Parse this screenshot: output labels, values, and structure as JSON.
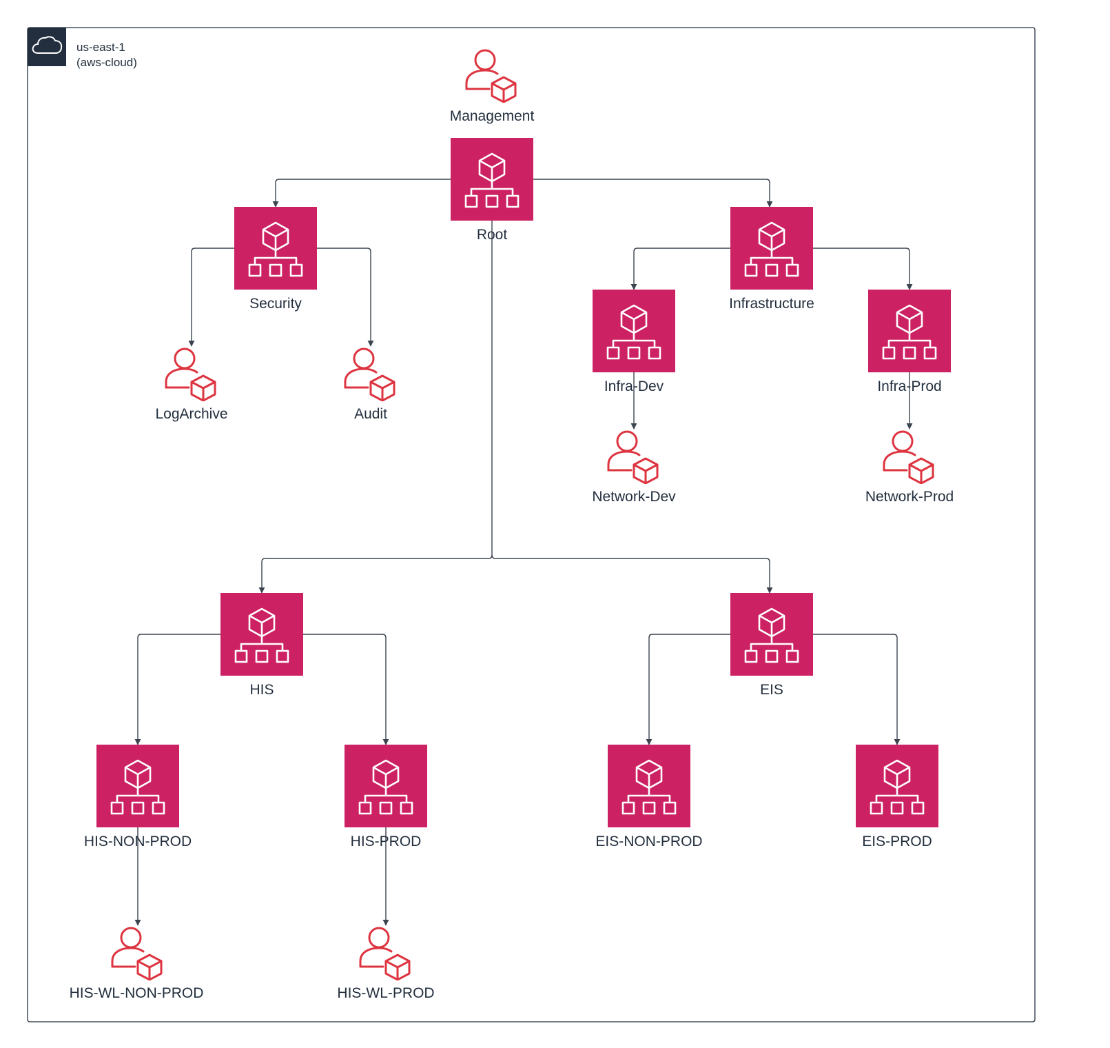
{
  "region": {
    "line1": "us-east-1",
    "line2": "(aws-cloud)",
    "icon": "cloud-icon"
  },
  "colors": {
    "ou_fill": "#cc2264",
    "account_stroke": "#dd3440",
    "frame": "#232f3e",
    "edge": "#3c4450"
  },
  "nodes": {
    "management": {
      "label": "Management",
      "kind": "account"
    },
    "root": {
      "label": "Root",
      "kind": "organizational-unit"
    },
    "security": {
      "label": "Security",
      "kind": "organizational-unit"
    },
    "infrastructure": {
      "label": "Infrastructure",
      "kind": "organizational-unit"
    },
    "logarchive": {
      "label": "LogArchive",
      "kind": "account"
    },
    "audit": {
      "label": "Audit",
      "kind": "account"
    },
    "infra_dev": {
      "label": "Infra-Dev",
      "kind": "organizational-unit"
    },
    "infra_prod": {
      "label": "Infra-Prod",
      "kind": "organizational-unit"
    },
    "network_dev": {
      "label": "Network-Dev",
      "kind": "account"
    },
    "network_prod": {
      "label": "Network-Prod",
      "kind": "account"
    },
    "his": {
      "label": "HIS",
      "kind": "organizational-unit"
    },
    "eis": {
      "label": "EIS",
      "kind": "organizational-unit"
    },
    "his_non_prod": {
      "label": "HIS-NON-PROD",
      "kind": "organizational-unit"
    },
    "his_prod": {
      "label": "HIS-PROD",
      "kind": "organizational-unit"
    },
    "eis_non_prod": {
      "label": "EIS-NON-PROD",
      "kind": "organizational-unit"
    },
    "eis_prod": {
      "label": "EIS-PROD",
      "kind": "organizational-unit"
    },
    "his_wl_non_prod": {
      "label": "HIS-WL-NON-PROD",
      "kind": "account"
    },
    "his_wl_prod": {
      "label": "HIS-WL-PROD",
      "kind": "account"
    }
  },
  "edges": [
    [
      "root",
      "security"
    ],
    [
      "root",
      "infrastructure"
    ],
    [
      "root",
      "his"
    ],
    [
      "root",
      "eis"
    ],
    [
      "security",
      "logarchive"
    ],
    [
      "security",
      "audit"
    ],
    [
      "infrastructure",
      "infra_dev"
    ],
    [
      "infrastructure",
      "infra_prod"
    ],
    [
      "infra_dev",
      "network_dev"
    ],
    [
      "infra_prod",
      "network_prod"
    ],
    [
      "his",
      "his_non_prod"
    ],
    [
      "his",
      "his_prod"
    ],
    [
      "eis",
      "eis_non_prod"
    ],
    [
      "eis",
      "eis_prod"
    ],
    [
      "his_non_prod",
      "his_wl_non_prod"
    ],
    [
      "his_prod",
      "his_wl_prod"
    ]
  ]
}
